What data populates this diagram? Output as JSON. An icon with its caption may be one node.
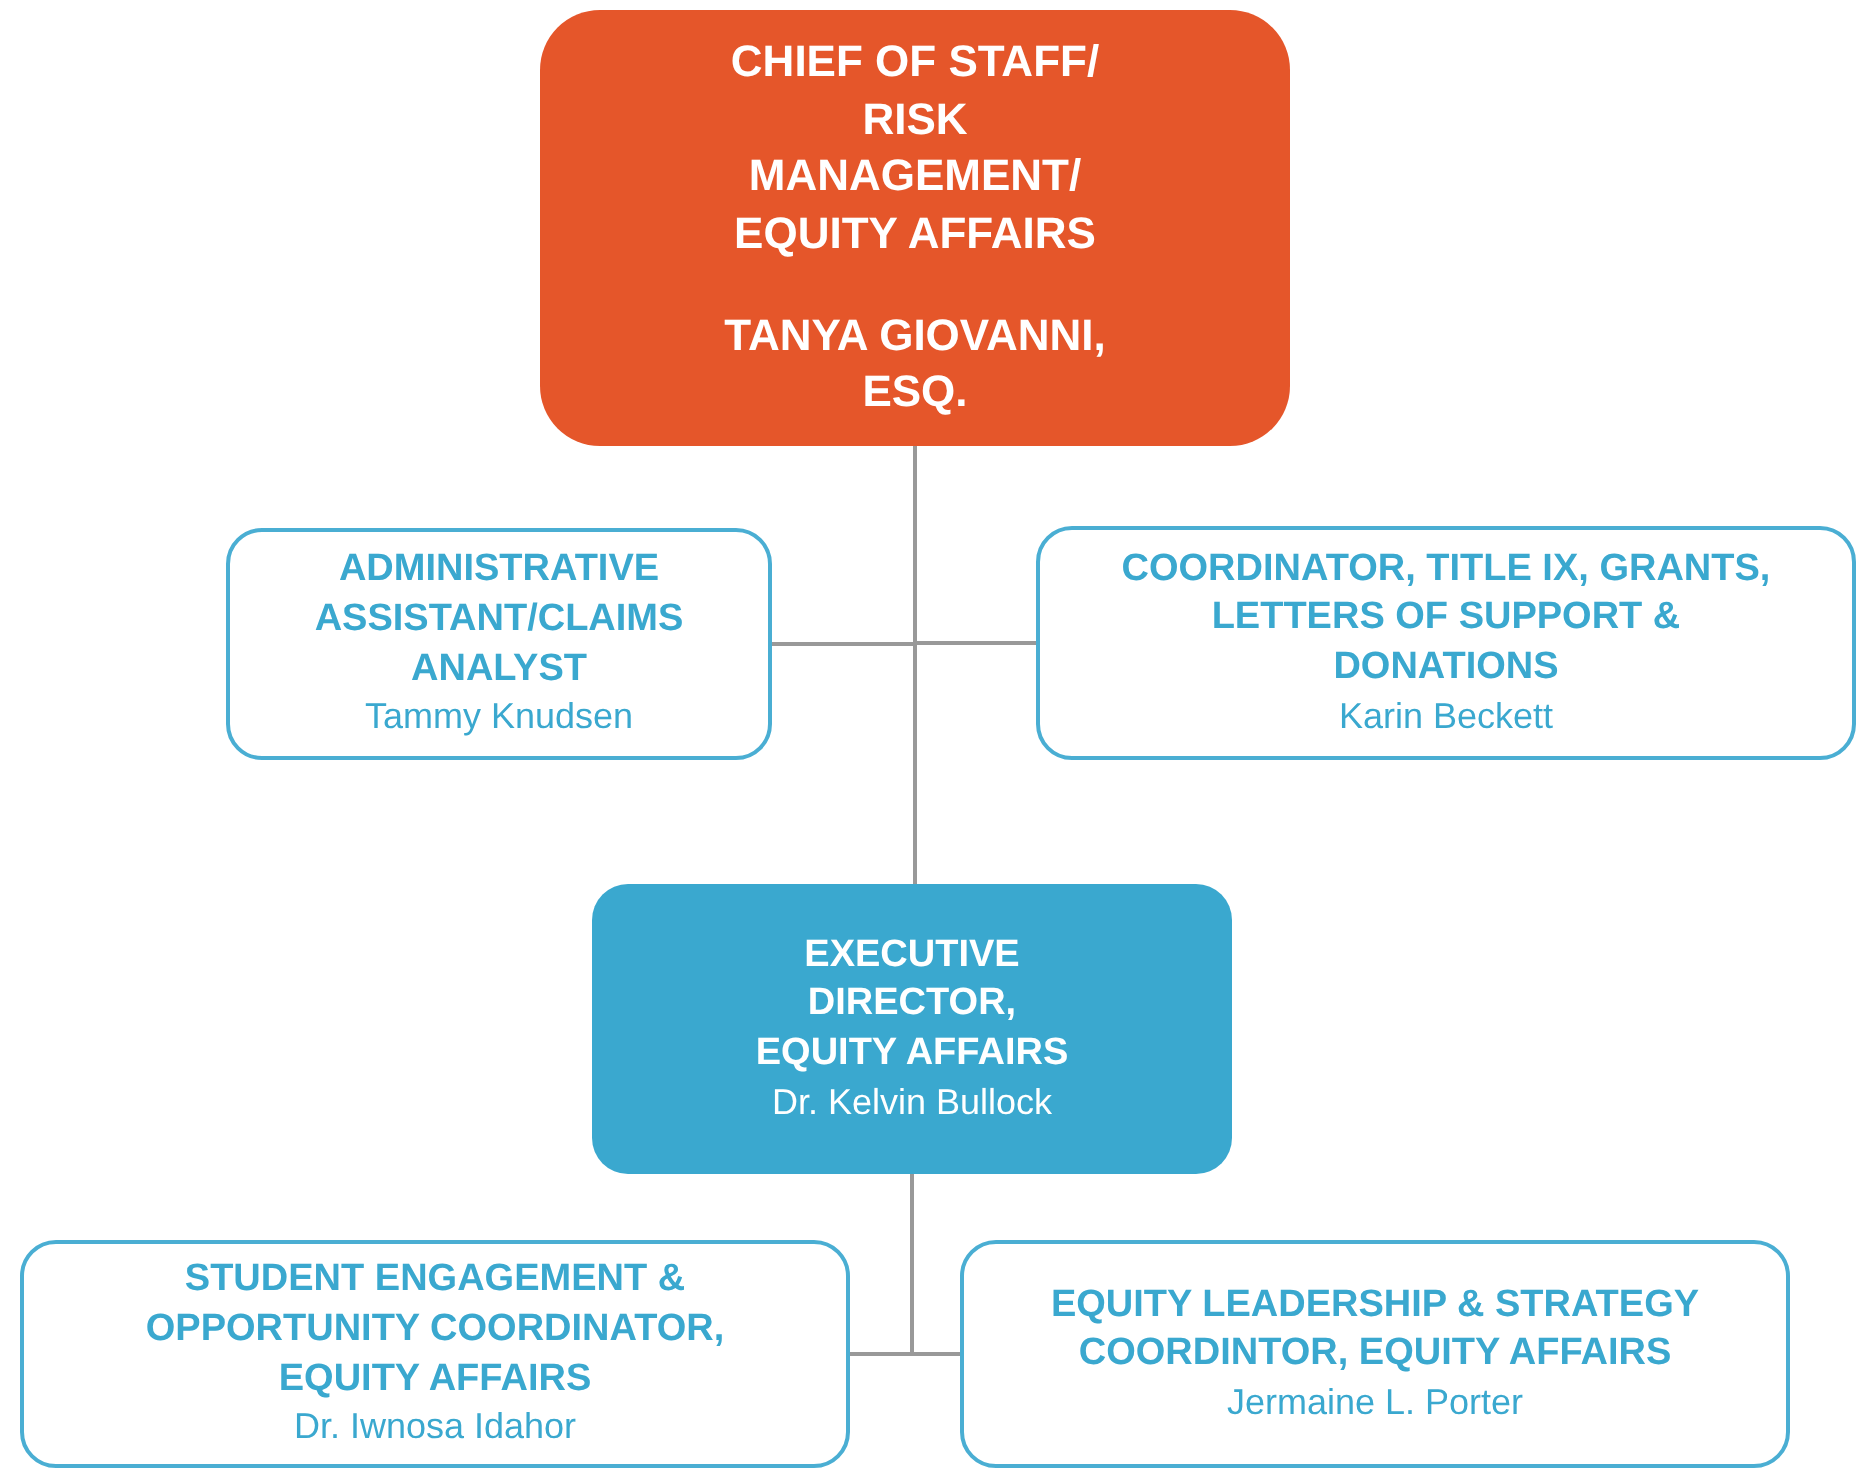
{
  "diagram": {
    "nodes": [
      {
        "text": [
          "CHIEF OF STAFF/ RISK MANAGEMENT/ EQUITY AFFAIRS",
          "TANYA GIOVANNI, ESQ."
        ]
      },
      {
        "text": [
          "ADMINISTRATIVE ASSISTANT/CLAIMS ANALYST",
          "Tammy Knudsen"
        ]
      },
      {
        "text": [
          "COORDINATOR, TITLE IX, GRANTS, LETTERS OF SUPPORT & DONATIONS",
          "Karin Beckett"
        ]
      },
      {
        "text": [
          "EXECUTIVE DIRECTOR, EQUITY AFFAIRS",
          "Dr. Kelvin Bullock"
        ]
      },
      {
        "text": [
          "STUDENT ENGAGEMENT & OPPORTUNITY COORDINATOR, EQUITY AFFAIRS",
          "Dr. Iwnosa Idahor"
        ]
      },
      {
        "text": [
          "EQUITY LEADERSHIP & STRATEGY COORDINTOR, EQUITY AFFAIRS",
          "Jermaine L. Porter"
        ]
      }
    ],
    "edges": [
      {
        "from": 0,
        "to": 1,
        "arrow": "none"
      },
      {
        "from": 0,
        "to": 2,
        "arrow": "none"
      },
      {
        "from": 0,
        "to": 3,
        "arrow": "none"
      },
      {
        "from": 3,
        "to": 4,
        "arrow": "none"
      },
      {
        "from": 3,
        "to": 5,
        "arrow": "none"
      }
    ]
  }
}
